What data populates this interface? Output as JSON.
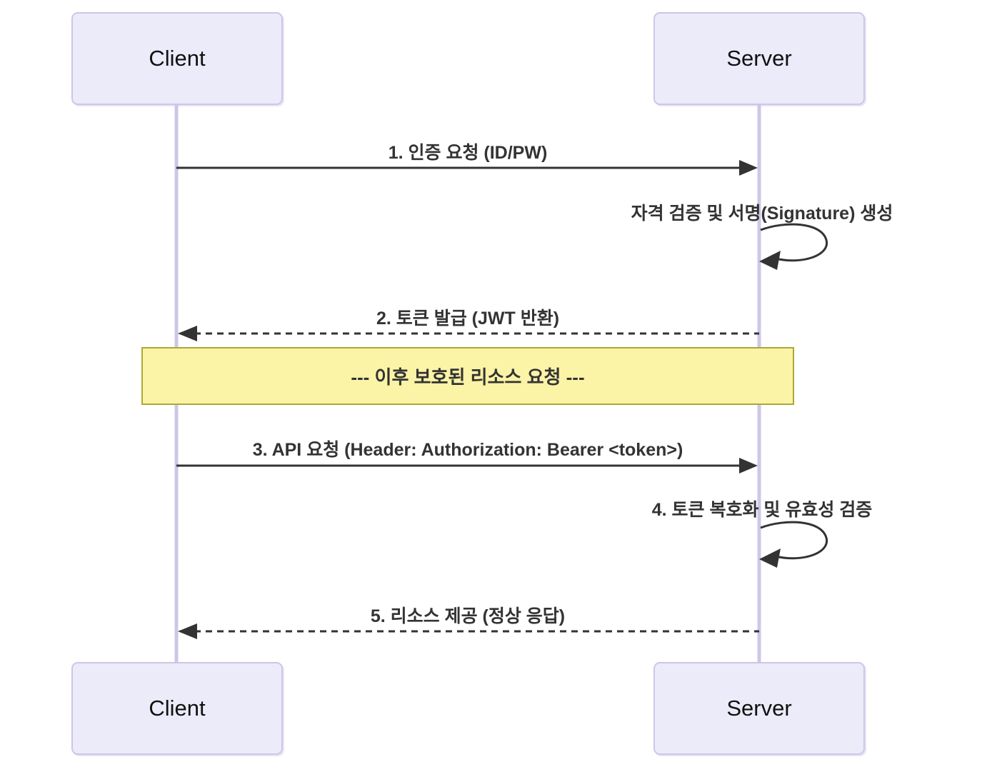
{
  "diagram": {
    "type": "sequence",
    "colors": {
      "actor_fill": "#ECEBF9",
      "actor_border": "#CFC5E8",
      "lifeline": "#CCC7E8",
      "msg": "#333333",
      "note_fill": "#FBF3A6",
      "note_border": "#AAAA33",
      "bg": "#ffffff"
    },
    "actors": [
      {
        "id": "client",
        "label": "Client"
      },
      {
        "id": "server",
        "label": "Server"
      }
    ],
    "messages": [
      {
        "seq": 1,
        "type": "solid-arrow",
        "from": "client",
        "to": "server",
        "label": "1. 인증 요청 (ID/PW)"
      },
      {
        "seq": 2,
        "type": "self-loop",
        "on": "server",
        "label": "자격 검증 및 서명(Signature) 생성"
      },
      {
        "seq": 3,
        "type": "dashed-arrow",
        "from": "server",
        "to": "client",
        "label": "2. 토큰 발급 (JWT 반환)"
      },
      {
        "seq": 4,
        "type": "note-over-both",
        "label": "--- 이후 보호된 리소스 요청 ---"
      },
      {
        "seq": 5,
        "type": "solid-arrow",
        "from": "client",
        "to": "server",
        "label": "3. API 요청 (Header: Authorization: Bearer <token>)"
      },
      {
        "seq": 6,
        "type": "self-loop",
        "on": "server",
        "label": "4. 토큰 복호화 및 유효성 검증"
      },
      {
        "seq": 7,
        "type": "dashed-arrow",
        "from": "server",
        "to": "client",
        "label": "5. 리소스 제공 (정상 응답)"
      }
    ]
  }
}
